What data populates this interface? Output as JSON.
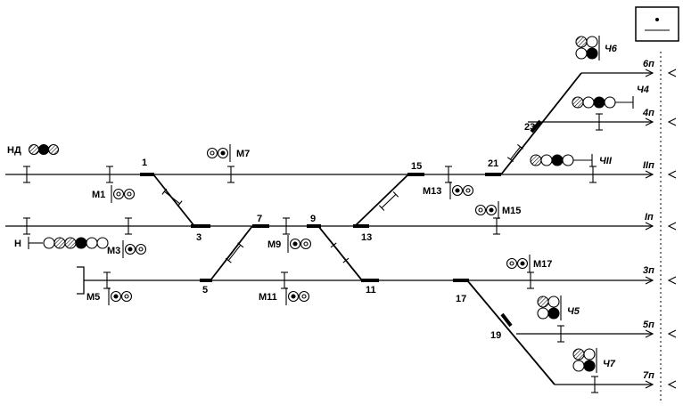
{
  "colors": {
    "line": "#000000",
    "background": "#ffffff"
  },
  "signals": {
    "ND": "НД",
    "N": "Н",
    "M1": "М1",
    "M3": "М3",
    "M5": "М5",
    "M7": "М7",
    "M9": "М9",
    "M11": "М11",
    "M13": "М13",
    "M15": "М15",
    "M17": "М17",
    "Ch2": "ЧII",
    "Ch4": "Ч4",
    "Ch5": "Ч5",
    "Ch6": "Ч6",
    "Ch7": "Ч7"
  },
  "switches": {
    "s1": "1",
    "s3": "3",
    "s5": "5",
    "s7": "7",
    "s9": "9",
    "s11": "11",
    "s13": "13",
    "s15": "15",
    "s17": "17",
    "s19": "19",
    "s21": "21",
    "s23": "23"
  },
  "tracks": {
    "t2": "IIп",
    "t1": "Iп",
    "t3": "3п",
    "t4": "4п",
    "t5": "5п",
    "t6": "6п",
    "t7": "7п"
  }
}
